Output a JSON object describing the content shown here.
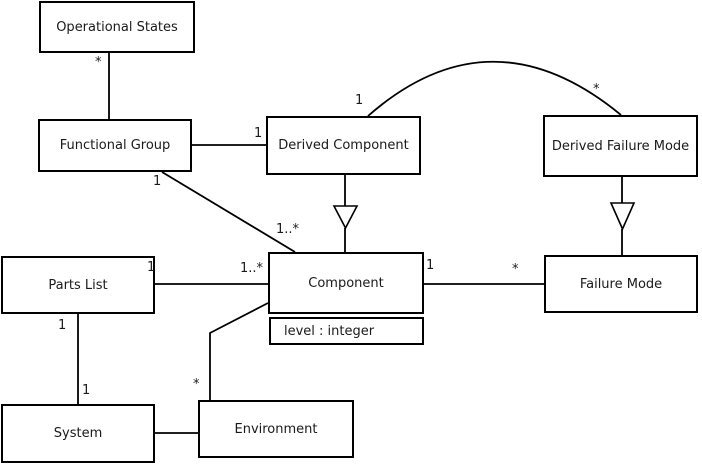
{
  "diagram": {
    "kind": "uml-class-diagram",
    "background_color": "#ffffff",
    "line_color": "#000000",
    "text_color": "#1a1a1a"
  },
  "nodes": {
    "operational_states": {
      "label": "Operational States"
    },
    "functional_group": {
      "label": "Functional Group"
    },
    "derived_component": {
      "label": "Derived Component"
    },
    "derived_failure_mode": {
      "label": "Derived Failure Mode"
    },
    "parts_list": {
      "label": "Parts List"
    },
    "component": {
      "label": "Component",
      "attribute": "level : integer"
    },
    "failure_mode": {
      "label": "Failure Mode"
    },
    "system": {
      "label": "System"
    },
    "environment": {
      "label": "Environment"
    }
  },
  "edges": {
    "opstates_funcgroup": {
      "type": "association",
      "opstates_mult": "*"
    },
    "funcgroup_derivedcomp": {
      "type": "association",
      "derivedcomp_mult": "1"
    },
    "funcgroup_component": {
      "type": "association",
      "funcgroup_mult": "1",
      "component_mult": "1..*"
    },
    "derivedcomp_derivedfailuremode": {
      "type": "association",
      "derivedcomp_mult": "1",
      "derivedfailuremode_mult": "*"
    },
    "derivedcomp_component": {
      "type": "generalization"
    },
    "derivedfailuremode_failuremode": {
      "type": "generalization"
    },
    "partslist_component": {
      "type": "association",
      "partslist_mult": "1",
      "component_mult": "1..*"
    },
    "component_failuremode": {
      "type": "association",
      "component_mult": "1",
      "failuremode_mult": "*"
    },
    "partslist_system": {
      "type": "association",
      "partslist_mult": "1",
      "system_mult": "1"
    },
    "component_environment": {
      "type": "association",
      "environment_mult": "*"
    },
    "system_environment": {
      "type": "association"
    }
  }
}
